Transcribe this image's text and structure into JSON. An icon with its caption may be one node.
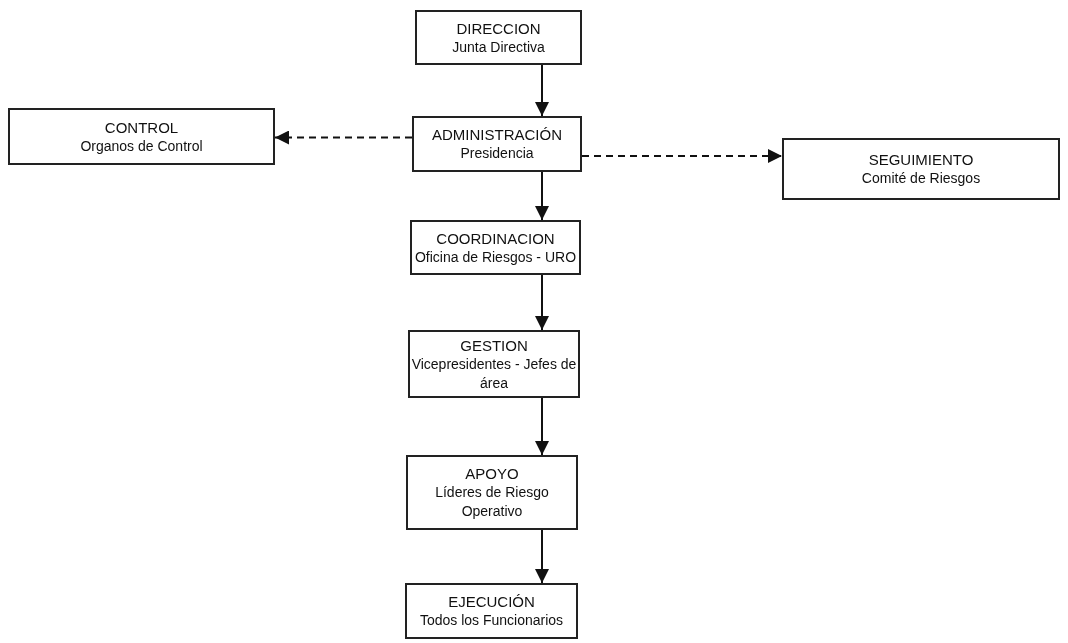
{
  "diagram": {
    "nodes": [
      {
        "text": [
          "DIRECCION",
          "Junta Directiva"
        ]
      },
      {
        "text": [
          "CONTROL",
          "Organos de Control"
        ]
      },
      {
        "text": [
          "ADMINISTRACIÓN",
          "Presidencia"
        ]
      },
      {
        "text": [
          "SEGUIMIENTO",
          "Comité de Riesgos"
        ]
      },
      {
        "text": [
          "COORDINACION",
          "Oficina de Riesgos - URO"
        ]
      },
      {
        "text": [
          "GESTION",
          "Vicepresidentes - Jefes de área"
        ]
      },
      {
        "text": [
          "APOYO",
          "Líderes de Riesgo Operativo"
        ]
      },
      {
        "text": [
          "EJECUCIÓN",
          "Todos los Funcionarios"
        ]
      }
    ],
    "edges": [
      {
        "from": 0,
        "to": 2,
        "arrow": "to"
      },
      {
        "from": 2,
        "to": 1,
        "arrow": "to",
        "style": "dashed"
      },
      {
        "from": 2,
        "to": 3,
        "arrow": "to",
        "style": "dashed"
      },
      {
        "from": 2,
        "to": 4,
        "arrow": "to"
      },
      {
        "from": 4,
        "to": 5,
        "arrow": "to"
      },
      {
        "from": 5,
        "to": 6,
        "arrow": "to"
      },
      {
        "from": 6,
        "to": 7,
        "arrow": "to"
      }
    ]
  }
}
